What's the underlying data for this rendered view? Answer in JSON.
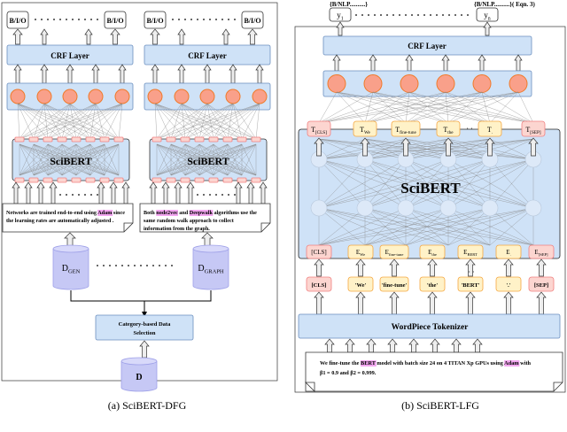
{
  "colors": {
    "block_fill": "#cfe2f7",
    "circle_fill": "#f9a08a",
    "circle_stroke": "#f07a2a",
    "token_fill": "#fff2c8",
    "token_stroke": "#f5a640",
    "special_fill": "#fcd5d0",
    "special_stroke": "#f08080",
    "db_fill": "#c6c8f5",
    "highlight": "#f3a6f0"
  },
  "left": {
    "columns": [
      {
        "out_first": "B/I/O",
        "out_last": "B/I/O",
        "crf": "CRF Layer",
        "encoder": "SciBERT",
        "text": [
          [
            {
              "t": "Networks are trained end-to-end using "
            },
            {
              "t": "Adam",
              "hl": true
            },
            {
              "t": " since"
            }
          ],
          [
            {
              "t": "the learning rates are automatically adjusted ."
            }
          ]
        ],
        "db": "D",
        "db_sub": "GEN"
      },
      {
        "out_first": "B/I/O",
        "out_last": "B/I/O",
        "crf": "CRF Layer",
        "encoder": "SciBERT",
        "text": [
          [
            {
              "t": "Both "
            },
            {
              "t": "node2vec",
              "hl": true
            },
            {
              "t": " and "
            },
            {
              "t": "Deepwalk",
              "hl": true
            },
            {
              "t": " algorithms use the"
            }
          ],
          [
            {
              "t": "same random walk approach to collect"
            }
          ],
          [
            {
              "t": "information from the graph."
            }
          ]
        ],
        "db": "D",
        "db_sub": "GRAPH"
      }
    ],
    "selection": [
      "Category-based Data",
      "Selection"
    ],
    "source_db": "D",
    "caption": "(a) SciBERT-DFG"
  },
  "right": {
    "out_first": {
      "label": "y",
      "sub": "1",
      "tag": "{B/NLP..........}"
    },
    "out_last": {
      "label": "y",
      "sub": "n",
      "tag": "{B/NLP..........}( Eqn. 3)"
    },
    "crf": "CRF Layer",
    "encoder": "SciBERT",
    "t_tokens": [
      {
        "b": "T",
        "s": "[CLS]",
        "sp": true
      },
      {
        "b": "T",
        "s": "We"
      },
      {
        "b": "T",
        "s": "fine-tune"
      },
      {
        "b": "T",
        "s": "the"
      },
      {
        "b": "T",
        "s": "."
      },
      {
        "b": "T",
        "s": "[SEP]",
        "sp": true
      }
    ],
    "e_tokens": [
      {
        "b": "[CLS]",
        "s": "",
        "sp": true
      },
      {
        "b": "E",
        "s": "We"
      },
      {
        "b": "E",
        "s": "fine-tune"
      },
      {
        "b": "E",
        "s": "the"
      },
      {
        "b": "E",
        "s": "BERT"
      },
      {
        "b": "E",
        "s": "."
      },
      {
        "b": "E",
        "s": "[SEP]",
        "sp": true
      }
    ],
    "w_tokens": [
      {
        "b": "[CLS]",
        "sp": true
      },
      {
        "b": "'We'"
      },
      {
        "b": "'fine-tune'"
      },
      {
        "b": "'the'"
      },
      {
        "b": "'BERT'"
      },
      {
        "b": "'.'"
      },
      {
        "b": "[SEP]",
        "sp": true
      }
    ],
    "tokenizer": "WordPiece Tokenizer",
    "text": [
      [
        {
          "t": "We fine-tune the "
        },
        {
          "t": "BERT",
          "hl": true
        },
        {
          "t": " model with batch size 24 on 4 TITAN Xp GPUs using "
        },
        {
          "t": "Adam",
          "hl": true
        },
        {
          "t": " with"
        }
      ],
      [
        {
          "t": "β1 = 0.9 and β2 = 0.999."
        }
      ]
    ],
    "caption": "(b) SciBERT-LFG"
  }
}
